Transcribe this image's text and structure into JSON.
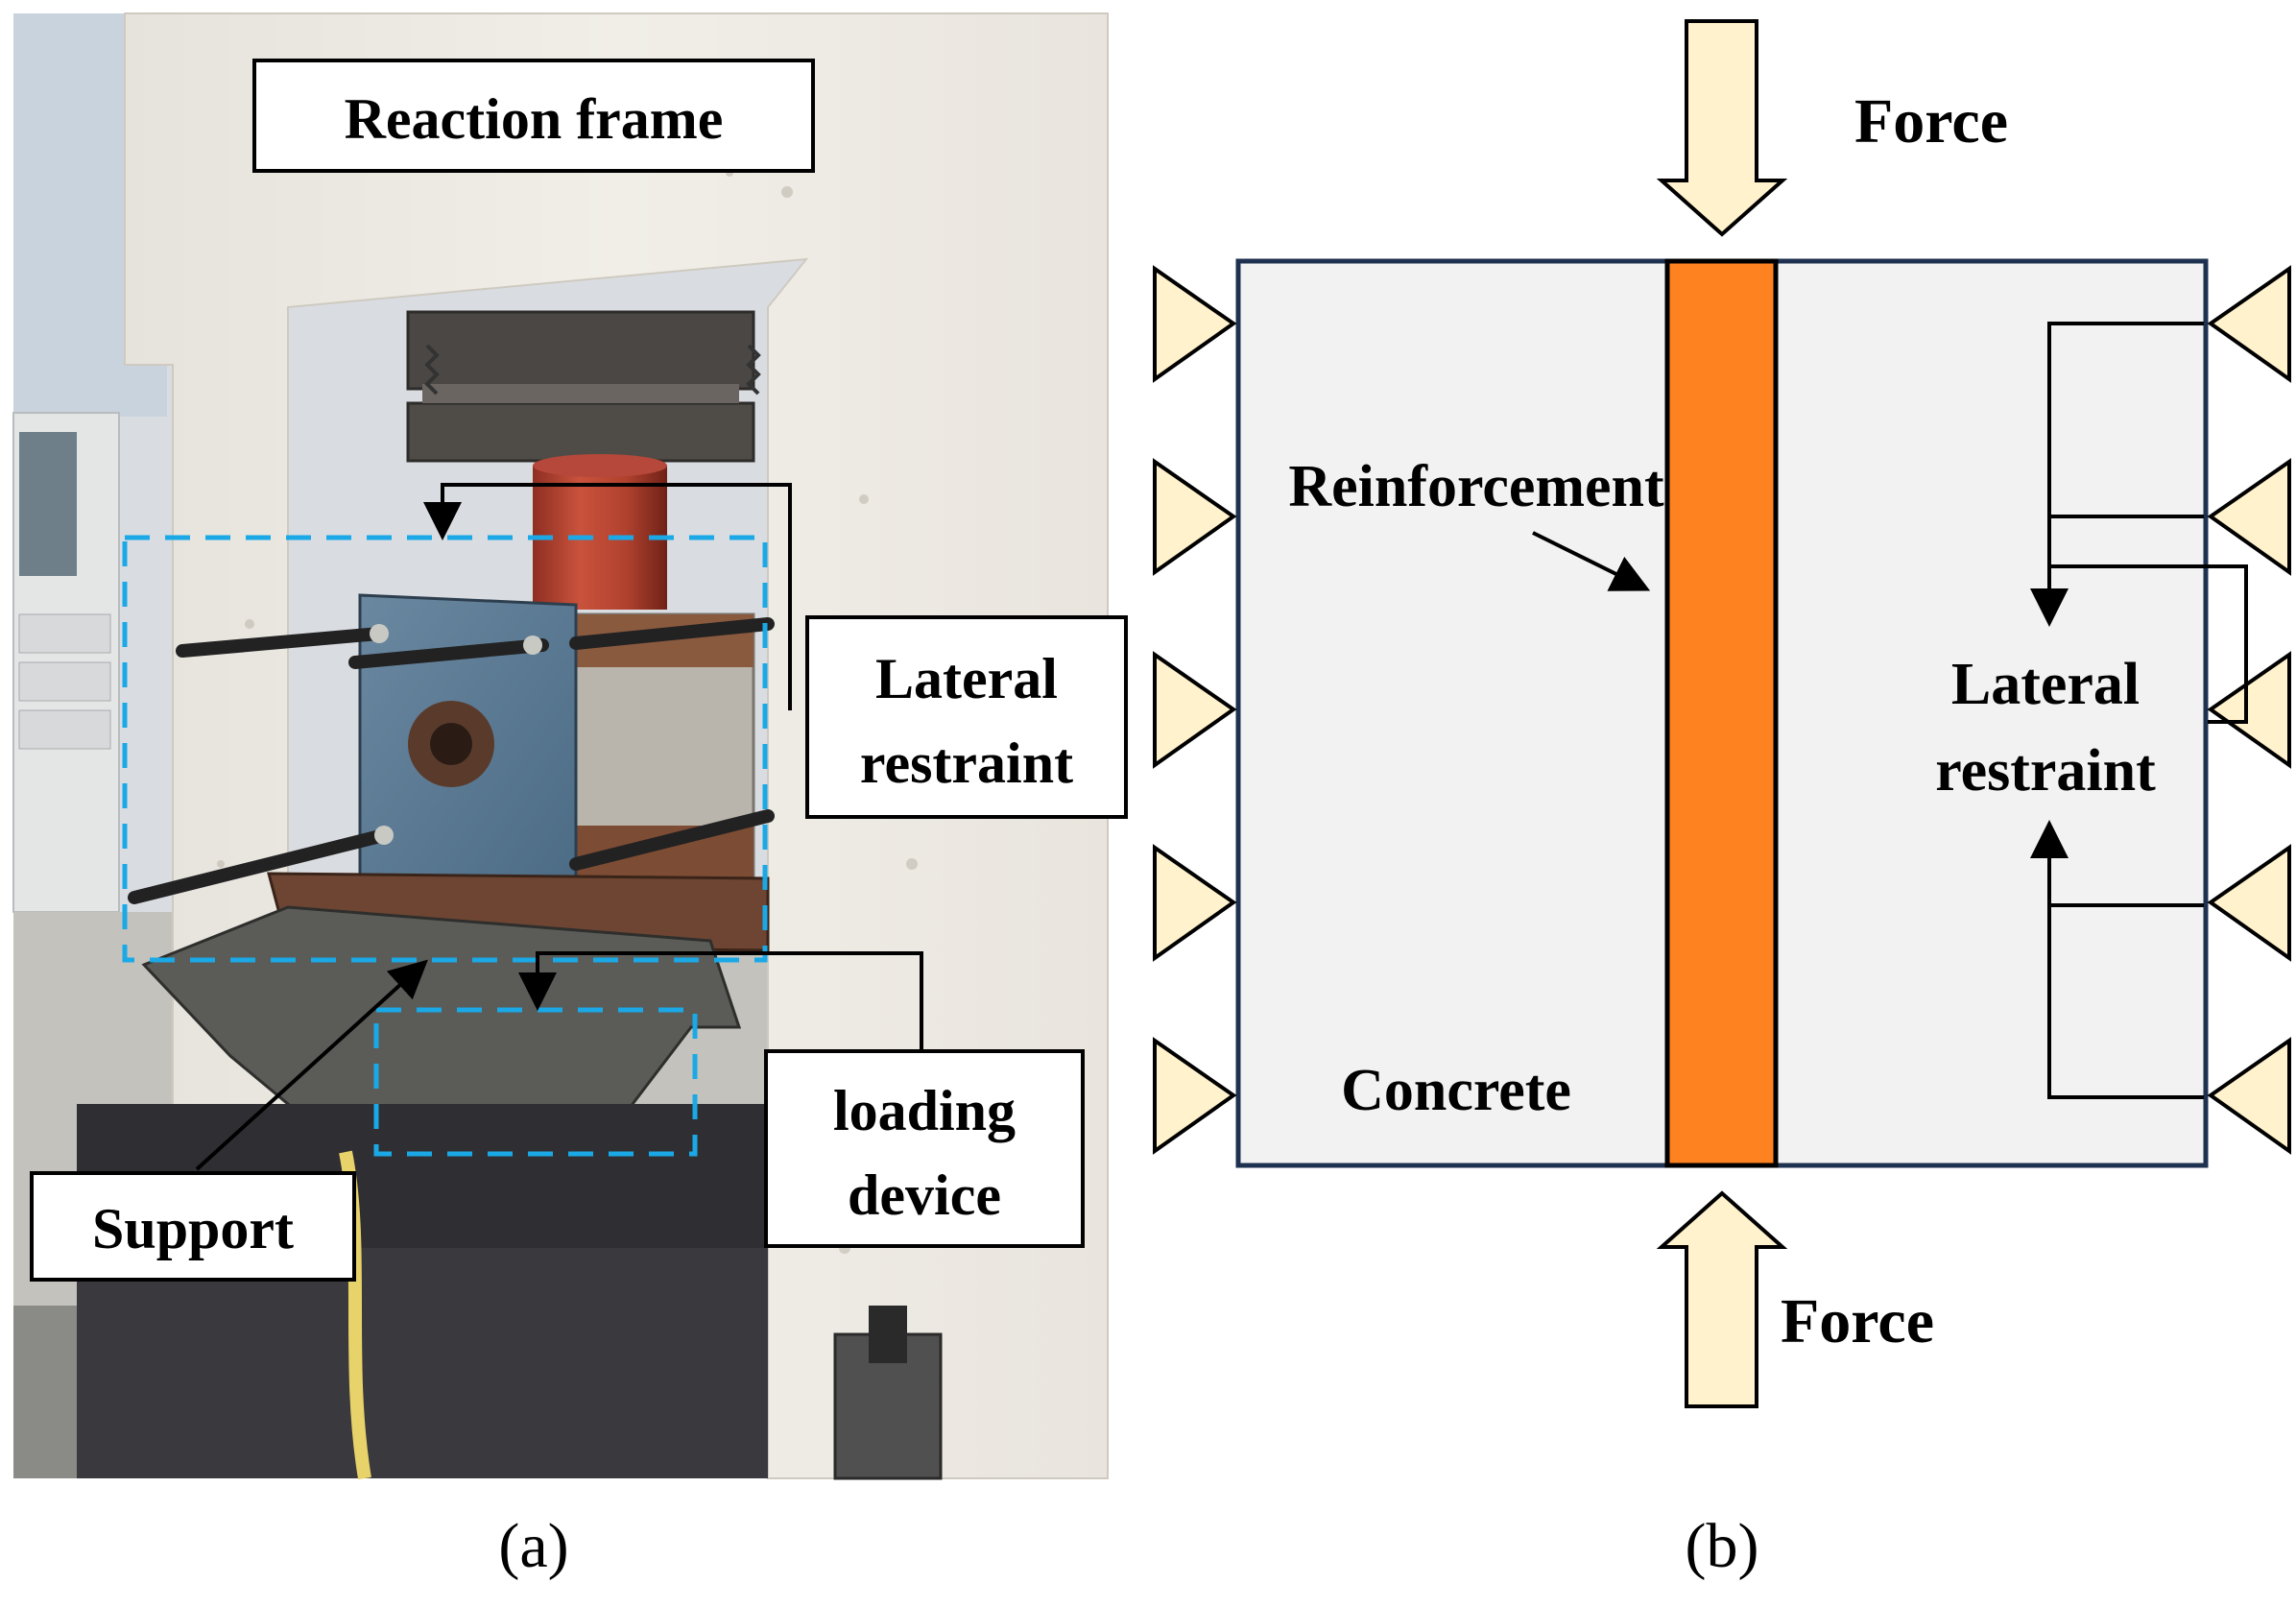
{
  "panel_a": {
    "labels": {
      "reaction_frame": "Reaction frame",
      "lateral_restraint_1": "Lateral",
      "lateral_restraint_2": "restraint",
      "loading_device_1": "loading",
      "loading_device_2": "device",
      "support": "Support"
    },
    "caption": "(a)",
    "colors": {
      "highlight_box": "#1aa9e6",
      "label_box": "#000000"
    }
  },
  "panel_b": {
    "labels": {
      "force_top": "Force",
      "force_bottom": "Force",
      "reinforcement": "Reinforcement",
      "concrete": "Concrete",
      "lateral_restraint_1": "Lateral",
      "lateral_restraint_2": "restraint"
    },
    "caption": "(b)",
    "colors": {
      "concrete_fill": "#f2f2f2",
      "concrete_border": "#1f3150",
      "reinforcement_fill": "#ff8220",
      "arrow_fill": "#fff2cc",
      "support_fill": "#fff2cc"
    }
  }
}
